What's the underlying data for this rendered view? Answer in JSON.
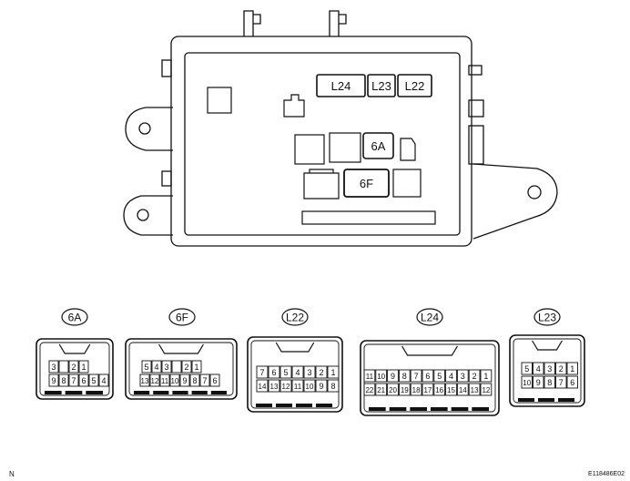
{
  "box_labels": {
    "l24": "L24",
    "l23": "L23",
    "l22": "L22",
    "c6a": "6A",
    "c6f": "6F"
  },
  "connectors": [
    {
      "id": "6A",
      "label": "6A",
      "row1": [
        "3",
        "",
        "2",
        "1"
      ],
      "row2": [
        "9",
        "8",
        "7",
        "6",
        "5",
        "4"
      ]
    },
    {
      "id": "6F",
      "label": "6F",
      "row1": [
        "5",
        "4",
        "3",
        "",
        "2",
        "1"
      ],
      "row2": [
        "13",
        "12",
        "11",
        "10",
        "9",
        "8",
        "7",
        "6"
      ]
    },
    {
      "id": "L22",
      "label": "L22",
      "row1": [
        "7",
        "6",
        "5",
        "4",
        "3",
        "2",
        "1"
      ],
      "row2": [
        "14",
        "13",
        "12",
        "11",
        "10",
        "9",
        "8"
      ]
    },
    {
      "id": "L24",
      "label": "L24",
      "row1": [
        "11",
        "10",
        "9",
        "8",
        "7",
        "6",
        "5",
        "4",
        "3",
        "2",
        "1"
      ],
      "row2": [
        "22",
        "21",
        "20",
        "19",
        "18",
        "17",
        "16",
        "15",
        "14",
        "13",
        "12"
      ]
    },
    {
      "id": "L23",
      "label": "L23",
      "row1": [
        "5",
        "4",
        "3",
        "2",
        "1"
      ],
      "row2": [
        "10",
        "9",
        "8",
        "7",
        "6"
      ]
    }
  ],
  "footer": {
    "code": "E118486E02",
    "view": "N"
  }
}
